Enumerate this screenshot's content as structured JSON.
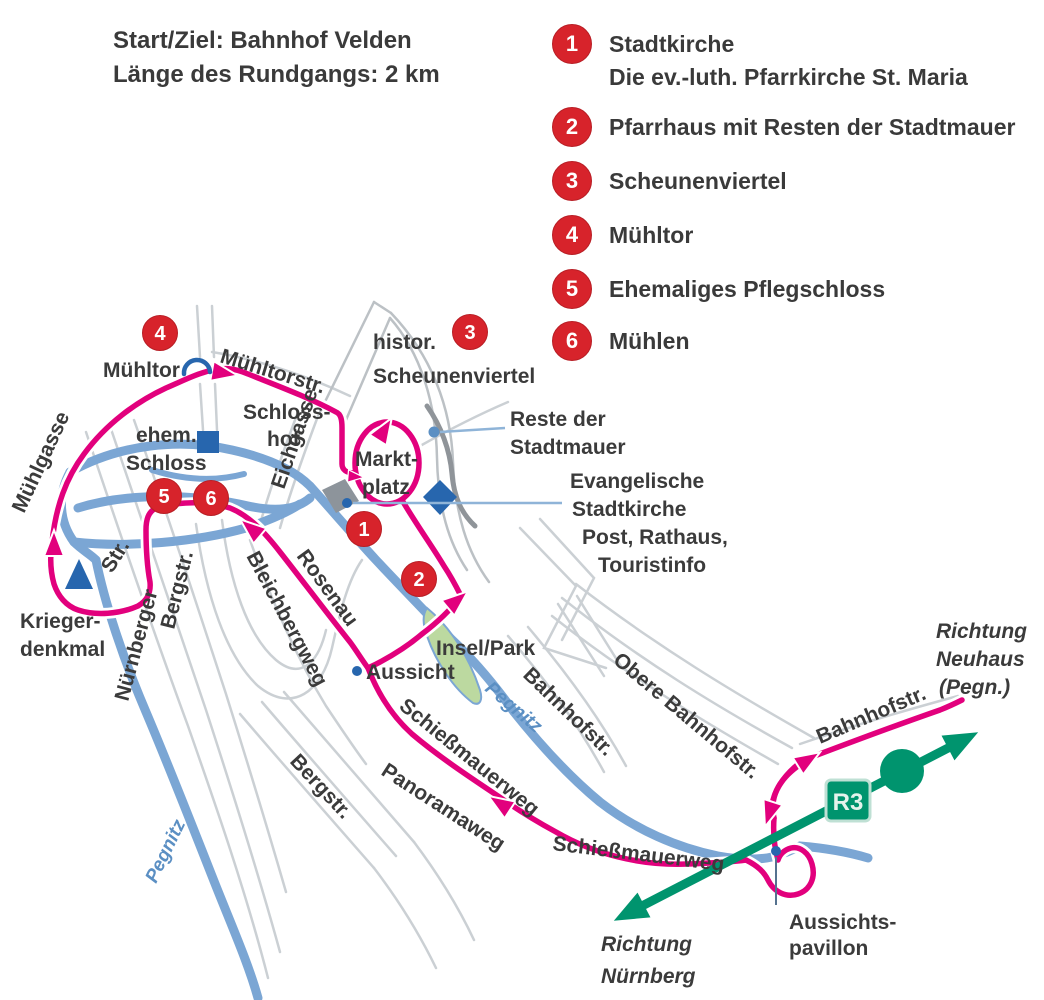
{
  "title": {
    "line1": "Start/Ziel: Bahnhof Velden",
    "line2": "Länge des Rundgangs: 2 km"
  },
  "legend": {
    "items": [
      {
        "num": "1",
        "label": "Stadtkirche",
        "sublabel": "Die ev.-luth. Pfarrkirche St. Maria"
      },
      {
        "num": "2",
        "label": "Pfarrhaus mit Resten der Stadtmauer"
      },
      {
        "num": "3",
        "label": "Scheunenviertel"
      },
      {
        "num": "4",
        "label": "Mühltor"
      },
      {
        "num": "5",
        "label": "Ehemaliges Pflegschloss"
      },
      {
        "num": "6",
        "label": "Mühlen"
      }
    ]
  },
  "map": {
    "labels": {
      "muehltor": "Mühltor",
      "muehltorstr": "Mühltorstr.",
      "schlosshof_1": "Schloss-",
      "schlosshof_2": "hof",
      "ehem_schloss_1": "ehem.",
      "ehem_schloss_2": "Schloss",
      "eichgasse": "Eichgasse",
      "muehlgasse": "Mühlgasse",
      "str": "Str.",
      "bergstr_west": "Bergstr.",
      "nuernberger": "Nürnberger",
      "krieger_1": "Krieger-",
      "krieger_2": "denkmal",
      "scheunen_1": "histor.",
      "scheunen_2": "Scheunenviertel",
      "reste_1": "Reste der",
      "reste_2": "Stadtmauer",
      "evang_1": "Evangelische",
      "evang_2": "Stadtkirche",
      "evang_3": "Post, Rathaus,",
      "evang_4": "Touristinfo",
      "markt_1": "Markt-",
      "markt_2": "platz",
      "rosenau": "Rosenau",
      "bleichbergweg": "Bleichbergweg",
      "aussicht": "Aussicht",
      "insel_park": "Insel/Park",
      "bahnhofstr_mid": "Bahnhofstr.",
      "obere_bahnhofstr": "Obere Bahnhofstr.",
      "bergstr_sued": "Bergstr.",
      "panoramaweg": "Panoramaweg",
      "schiessmauerweg_1": "Schießmauerweg",
      "schiessmauerweg_2": "Schießmauerweg",
      "pegnitz_1": "Pegnitz",
      "pegnitz_2": "Pegnitz",
      "bahnhofstr_ost": "Bahnhofstr.",
      "neuhaus_1": "Richtung",
      "neuhaus_2": "Neuhaus",
      "neuhaus_3": "(Pegn.)",
      "nuernberg_1": "Richtung",
      "nuernberg_2": "Nürnberg",
      "pavillon_1": "Aussichts-",
      "pavillon_2": "pavillon",
      "r3": "R3"
    },
    "colors": {
      "route_pink": "#e2007d",
      "river_blue": "#7ba6d4",
      "railway_green": "#00946e",
      "badge_red": "#d7232b",
      "marker_blue": "#2766ae",
      "wall_gray": "#8f9499",
      "street_gray": "#cbd0d4",
      "label_gray": "#3b3b3b",
      "river_label_blue": "#5b8fc3"
    }
  }
}
